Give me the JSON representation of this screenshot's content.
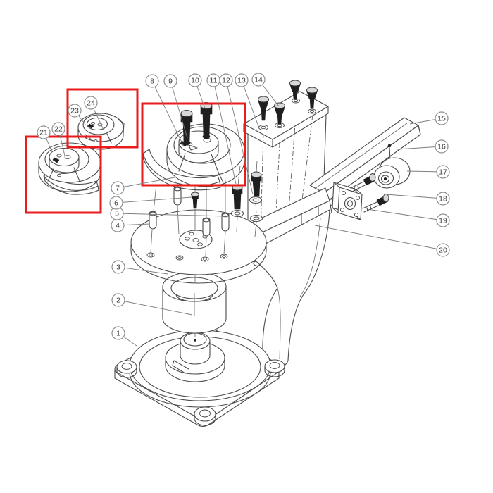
{
  "diagram": {
    "kind": "exploded parts assembly diagram",
    "background_color": "#ffffff",
    "line_color": "#4a4a4a",
    "dark_part_color": "#1f1f1f",
    "metal_cap_color": "#d8d8d8",
    "highlight_box_color": "#e81c1c",
    "callout_circle_color": "#8d8d8d",
    "callout_text_color": "#3c3c3c"
  },
  "callouts": [
    {
      "label": "1"
    },
    {
      "label": "2"
    },
    {
      "label": "3"
    },
    {
      "label": "4"
    },
    {
      "label": "5"
    },
    {
      "label": "6"
    },
    {
      "label": "7"
    },
    {
      "label": "8"
    },
    {
      "label": "9"
    },
    {
      "label": "10"
    },
    {
      "label": "11"
    },
    {
      "label": "12"
    },
    {
      "label": "13"
    },
    {
      "label": "14"
    },
    {
      "label": "15"
    },
    {
      "label": "16"
    },
    {
      "label": "17"
    },
    {
      "label": "18"
    },
    {
      "label": "19"
    },
    {
      "label": "20"
    },
    {
      "label": "21"
    },
    {
      "label": "22"
    },
    {
      "label": "23"
    },
    {
      "label": "24"
    }
  ],
  "highlight_boxes": [
    {
      "contains_callouts": "21, 22"
    },
    {
      "contains_callouts": "23, 24"
    },
    {
      "contains_callouts": "8, 9, 10 (scroll die)"
    }
  ]
}
